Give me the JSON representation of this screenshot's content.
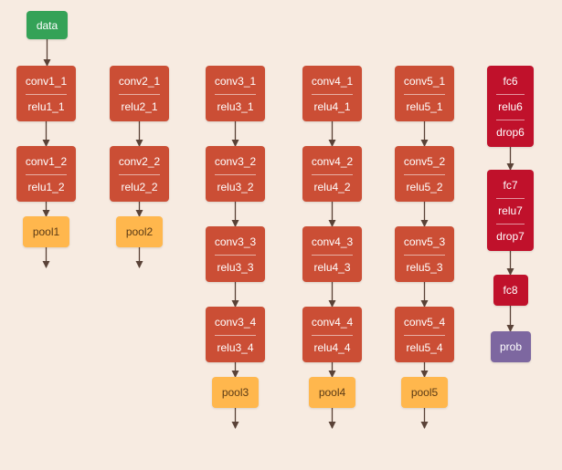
{
  "diagram": {
    "data": "data",
    "columns": [
      {
        "blocks": [
          {
            "lines": [
              "conv1_1",
              "relu1_1"
            ]
          },
          {
            "lines": [
              "conv1_2",
              "relu1_2"
            ]
          }
        ],
        "pool": "pool1"
      },
      {
        "blocks": [
          {
            "lines": [
              "conv2_1",
              "relu2_1"
            ]
          },
          {
            "lines": [
              "conv2_2",
              "relu2_2"
            ]
          }
        ],
        "pool": "pool2"
      },
      {
        "blocks": [
          {
            "lines": [
              "conv3_1",
              "relu3_1"
            ]
          },
          {
            "lines": [
              "conv3_2",
              "relu3_2"
            ]
          },
          {
            "lines": [
              "conv3_3",
              "relu3_3"
            ]
          },
          {
            "lines": [
              "conv3_4",
              "relu3_4"
            ]
          }
        ],
        "pool": "pool3"
      },
      {
        "blocks": [
          {
            "lines": [
              "conv4_1",
              "relu4_1"
            ]
          },
          {
            "lines": [
              "conv4_2",
              "relu4_2"
            ]
          },
          {
            "lines": [
              "conv4_3",
              "relu4_3"
            ]
          },
          {
            "lines": [
              "conv4_4",
              "relu4_4"
            ]
          }
        ],
        "pool": "pool4"
      },
      {
        "blocks": [
          {
            "lines": [
              "conv5_1",
              "relu5_1"
            ]
          },
          {
            "lines": [
              "conv5_2",
              "relu5_2"
            ]
          },
          {
            "lines": [
              "conv5_3",
              "relu5_3"
            ]
          },
          {
            "lines": [
              "conv5_4",
              "relu5_4"
            ]
          }
        ],
        "pool": "pool5"
      }
    ],
    "fc_column": {
      "blocks": [
        {
          "lines": [
            "fc6",
            "relu6",
            "drop6"
          ]
        },
        {
          "lines": [
            "fc7",
            "relu7",
            "drop7"
          ]
        },
        {
          "lines": [
            "fc8"
          ]
        }
      ],
      "output": "prob"
    },
    "colors": {
      "background": "#f7ebe1",
      "conv": "#cb4e35",
      "fc": "#c0112b",
      "pool": "#ffb74d",
      "data": "#34a257",
      "prob": "#7d67a0",
      "edge": "#5a4237"
    }
  }
}
